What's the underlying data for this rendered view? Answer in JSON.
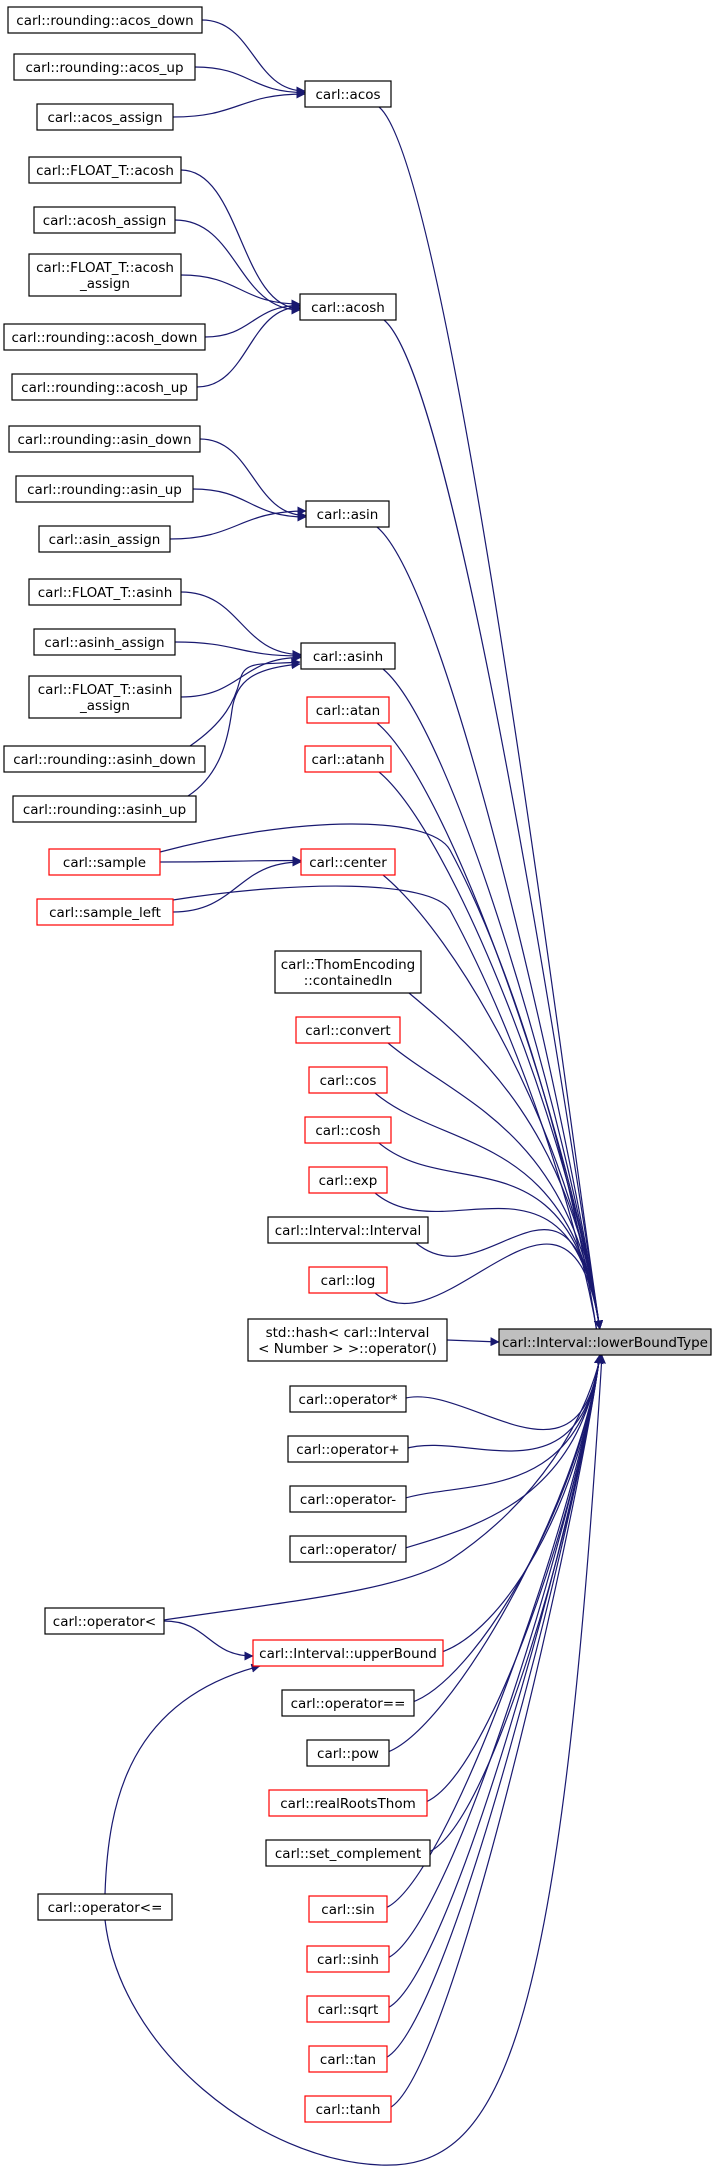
{
  "colors": {
    "edge": "#191970",
    "node_border": "#000000",
    "node_border_red": "#ff0000",
    "root_fill": "#bfbfbf",
    "node_fill": "#ffffff",
    "text": "#000000"
  },
  "root": {
    "lines": [
      "carl::Interval::lowerBoundType"
    ]
  },
  "nodes": [
    {
      "id": "rounding_acos_down",
      "lines": [
        "carl::rounding::acos_down"
      ],
      "border": "black"
    },
    {
      "id": "rounding_acos_up",
      "lines": [
        "carl::rounding::acos_up"
      ],
      "border": "black"
    },
    {
      "id": "acos_assign",
      "lines": [
        "carl::acos_assign"
      ],
      "border": "black"
    },
    {
      "id": "acos",
      "lines": [
        "carl::acos"
      ],
      "border": "black"
    },
    {
      "id": "float_acosh",
      "lines": [
        "carl::FLOAT_T::acosh"
      ],
      "border": "black"
    },
    {
      "id": "acosh_assign",
      "lines": [
        "carl::acosh_assign"
      ],
      "border": "black"
    },
    {
      "id": "float_acosh_assign",
      "lines": [
        "carl::FLOAT_T::acosh",
        "_assign"
      ],
      "border": "black"
    },
    {
      "id": "rounding_acosh_down",
      "lines": [
        "carl::rounding::acosh_down"
      ],
      "border": "black"
    },
    {
      "id": "rounding_acosh_up",
      "lines": [
        "carl::rounding::acosh_up"
      ],
      "border": "black"
    },
    {
      "id": "acosh",
      "lines": [
        "carl::acosh"
      ],
      "border": "black"
    },
    {
      "id": "rounding_asin_down",
      "lines": [
        "carl::rounding::asin_down"
      ],
      "border": "black"
    },
    {
      "id": "rounding_asin_up",
      "lines": [
        "carl::rounding::asin_up"
      ],
      "border": "black"
    },
    {
      "id": "asin_assign",
      "lines": [
        "carl::asin_assign"
      ],
      "border": "black"
    },
    {
      "id": "asin",
      "lines": [
        "carl::asin"
      ],
      "border": "black"
    },
    {
      "id": "float_asinh",
      "lines": [
        "carl::FLOAT_T::asinh"
      ],
      "border": "black"
    },
    {
      "id": "asinh_assign",
      "lines": [
        "carl::asinh_assign"
      ],
      "border": "black"
    },
    {
      "id": "float_asinh_assign",
      "lines": [
        "carl::FLOAT_T::asinh",
        "_assign"
      ],
      "border": "black"
    },
    {
      "id": "rounding_asinh_down",
      "lines": [
        "carl::rounding::asinh_down"
      ],
      "border": "black"
    },
    {
      "id": "rounding_asinh_up",
      "lines": [
        "carl::rounding::asinh_up"
      ],
      "border": "black"
    },
    {
      "id": "asinh",
      "lines": [
        "carl::asinh"
      ],
      "border": "black"
    },
    {
      "id": "atan",
      "lines": [
        "carl::atan"
      ],
      "border": "red"
    },
    {
      "id": "atanh",
      "lines": [
        "carl::atanh"
      ],
      "border": "red"
    },
    {
      "id": "sample",
      "lines": [
        "carl::sample"
      ],
      "border": "red"
    },
    {
      "id": "sample_left",
      "lines": [
        "carl::sample_left"
      ],
      "border": "red"
    },
    {
      "id": "center",
      "lines": [
        "carl::center"
      ],
      "border": "red"
    },
    {
      "id": "thom_containedin",
      "lines": [
        "carl::ThomEncoding",
        "::containedIn"
      ],
      "border": "black"
    },
    {
      "id": "convert",
      "lines": [
        "carl::convert"
      ],
      "border": "red"
    },
    {
      "id": "cos",
      "lines": [
        "carl::cos"
      ],
      "border": "red"
    },
    {
      "id": "cosh",
      "lines": [
        "carl::cosh"
      ],
      "border": "red"
    },
    {
      "id": "exp",
      "lines": [
        "carl::exp"
      ],
      "border": "red"
    },
    {
      "id": "interval_interval",
      "lines": [
        "carl::Interval::Interval"
      ],
      "border": "black"
    },
    {
      "id": "log",
      "lines": [
        "carl::log"
      ],
      "border": "red"
    },
    {
      "id": "std_hash",
      "lines": [
        "std::hash< carl::Interval",
        "< Number > >::operator()"
      ],
      "border": "black"
    },
    {
      "id": "op_mul",
      "lines": [
        "carl::operator*"
      ],
      "border": "black"
    },
    {
      "id": "op_plus",
      "lines": [
        "carl::operator+"
      ],
      "border": "black"
    },
    {
      "id": "op_minus",
      "lines": [
        "carl::operator-"
      ],
      "border": "black"
    },
    {
      "id": "op_div",
      "lines": [
        "carl::operator/"
      ],
      "border": "black"
    },
    {
      "id": "op_lt",
      "lines": [
        "carl::operator<"
      ],
      "border": "black"
    },
    {
      "id": "upperbound",
      "lines": [
        "carl::Interval::upperBound"
      ],
      "border": "red"
    },
    {
      "id": "op_eq",
      "lines": [
        "carl::operator=="
      ],
      "border": "black"
    },
    {
      "id": "pow",
      "lines": [
        "carl::pow"
      ],
      "border": "black"
    },
    {
      "id": "realroots",
      "lines": [
        "carl::realRootsThom"
      ],
      "border": "red"
    },
    {
      "id": "set_complement",
      "lines": [
        "carl::set_complement"
      ],
      "border": "black"
    },
    {
      "id": "op_le",
      "lines": [
        "carl::operator<="
      ],
      "border": "black"
    },
    {
      "id": "sin",
      "lines": [
        "carl::sin"
      ],
      "border": "red"
    },
    {
      "id": "sinh",
      "lines": [
        "carl::sinh"
      ],
      "border": "red"
    },
    {
      "id": "sqrt",
      "lines": [
        "carl::sqrt"
      ],
      "border": "red"
    },
    {
      "id": "tan",
      "lines": [
        "carl::tan"
      ],
      "border": "red"
    },
    {
      "id": "tanh",
      "lines": [
        "carl::tanh"
      ],
      "border": "red"
    }
  ],
  "edges": [
    {
      "from": "rounding_acos_down",
      "to": "acos"
    },
    {
      "from": "rounding_acos_up",
      "to": "acos"
    },
    {
      "from": "acos_assign",
      "to": "acos"
    },
    {
      "from": "float_acosh",
      "to": "acosh"
    },
    {
      "from": "acosh_assign",
      "to": "acosh"
    },
    {
      "from": "float_acosh_assign",
      "to": "acosh"
    },
    {
      "from": "rounding_acosh_down",
      "to": "acosh"
    },
    {
      "from": "rounding_acosh_up",
      "to": "acosh"
    },
    {
      "from": "rounding_asin_down",
      "to": "asin"
    },
    {
      "from": "rounding_asin_up",
      "to": "asin"
    },
    {
      "from": "asin_assign",
      "to": "asin"
    },
    {
      "from": "float_asinh",
      "to": "asinh"
    },
    {
      "from": "asinh_assign",
      "to": "asinh"
    },
    {
      "from": "float_asinh_assign",
      "to": "asinh"
    },
    {
      "from": "rounding_asinh_down",
      "to": "asinh"
    },
    {
      "from": "rounding_asinh_up",
      "to": "asinh"
    },
    {
      "from": "sample",
      "to": "center"
    },
    {
      "from": "sample_left",
      "to": "center"
    },
    {
      "from": "op_le",
      "to": "upperbound"
    },
    {
      "from": "op_lt",
      "to": "upperbound"
    },
    {
      "from": "acos",
      "to": "root"
    },
    {
      "from": "acosh",
      "to": "root"
    },
    {
      "from": "asin",
      "to": "root"
    },
    {
      "from": "asinh",
      "to": "root"
    },
    {
      "from": "atan",
      "to": "root"
    },
    {
      "from": "atanh",
      "to": "root"
    },
    {
      "from": "sample",
      "to": "root"
    },
    {
      "from": "center",
      "to": "root"
    },
    {
      "from": "sample_left",
      "to": "root"
    },
    {
      "from": "thom_containedin",
      "to": "root"
    },
    {
      "from": "convert",
      "to": "root"
    },
    {
      "from": "cos",
      "to": "root"
    },
    {
      "from": "cosh",
      "to": "root"
    },
    {
      "from": "exp",
      "to": "root"
    },
    {
      "from": "interval_interval",
      "to": "root"
    },
    {
      "from": "log",
      "to": "root"
    },
    {
      "from": "std_hash",
      "to": "root"
    },
    {
      "from": "op_mul",
      "to": "root"
    },
    {
      "from": "op_plus",
      "to": "root"
    },
    {
      "from": "op_minus",
      "to": "root"
    },
    {
      "from": "op_div",
      "to": "root"
    },
    {
      "from": "op_lt",
      "to": "root"
    },
    {
      "from": "upperbound",
      "to": "root"
    },
    {
      "from": "op_eq",
      "to": "root"
    },
    {
      "from": "pow",
      "to": "root"
    },
    {
      "from": "realroots",
      "to": "root"
    },
    {
      "from": "set_complement",
      "to": "root"
    },
    {
      "from": "op_le",
      "to": "root"
    },
    {
      "from": "sin",
      "to": "root"
    },
    {
      "from": "sinh",
      "to": "root"
    },
    {
      "from": "sqrt",
      "to": "root"
    },
    {
      "from": "tan",
      "to": "root"
    },
    {
      "from": "tanh",
      "to": "root"
    }
  ]
}
